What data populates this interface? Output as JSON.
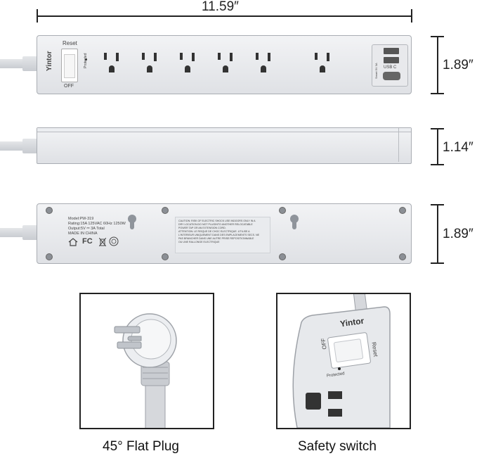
{
  "dimensions": {
    "length": "11.59″",
    "height_front": "1.89″",
    "depth": "1.14″",
    "height_back": "1.89″"
  },
  "front": {
    "brand": "Yintor",
    "reset_label": "Reset",
    "off_label": "OFF",
    "protected_label": "Protected",
    "usb_label": "USB C",
    "smart_label": "Smart 5V 3A"
  },
  "back": {
    "label_lines": [
      "Model:PW-319",
      "Rating:15A 125VAC 60Hz 1250W",
      "Output:5V ⎓ 3A Total",
      "MADE IN CHINA"
    ],
    "caution_lines": [
      "CAUTION: RISK OF ELECTRIC SHOCK USE INDOORS ONLY IN A",
      "DRY LOCATION.DO NOT PLUGINTO ANOTHER RELOCATABLE",
      "POWER TAP OR AN EXTENSION CORD.",
      "ATTENTION: LE RISQUE DE CHOC ELECTRIQUE. UTILISE A",
      "L'INTERIEUR UNIQUEMENT DANS DES EMPLACEMENTS SECS. NE",
      "PAS BRANCHER DANS UNE AUTRE PRISE REPOSITIONNABLE",
      "OU UNE RALLONGE ELECTRIQUE"
    ],
    "fcc": "FC"
  },
  "captions": {
    "plug": "45° Flat Plug",
    "switch": "Safety switch"
  },
  "closeup": {
    "brand": "Yintor",
    "off_label": "OFF",
    "reset_label": "Reset",
    "protected_label": "Protected"
  }
}
